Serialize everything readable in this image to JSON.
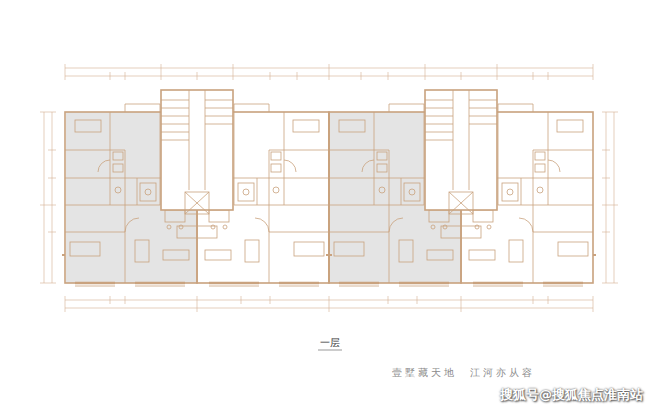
{
  "diagram": {
    "caption": "一层",
    "labels": [
      "壹墅藏天地",
      "江河亦从容",
      "搜狐号@搜狐焦点淮南站"
    ]
  }
}
